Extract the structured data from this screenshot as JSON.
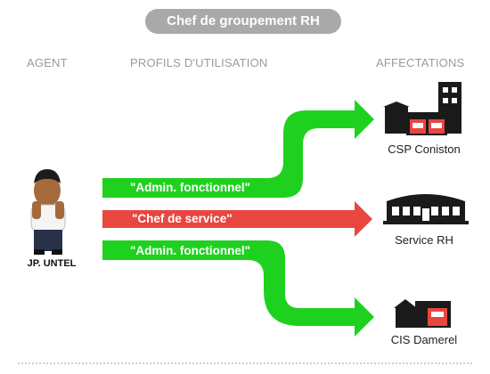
{
  "header": {
    "title": "Chef de groupement RH"
  },
  "columns": {
    "agent": "AGENT",
    "profiles": "PROFILS D'UTILISATION",
    "assignments": "AFFECTATIONS"
  },
  "agent": {
    "name": "JP. UNTEL"
  },
  "profiles": [
    {
      "label": "\"Admin. fonctionnel\"",
      "color": "#1fd11f",
      "target": "CSP Coniston"
    },
    {
      "label": "\"Chef de service\"",
      "color": "#e8463f",
      "target": "Service RH"
    },
    {
      "label": "\"Admin. fonctionnel\"",
      "color": "#1fd11f",
      "target": "CIS Damerel"
    }
  ],
  "assignments": [
    {
      "label": "CSP Coniston",
      "icon": "fire-station-tower-icon"
    },
    {
      "label": "Service RH",
      "icon": "office-building-icon"
    },
    {
      "label": "CIS Damerel",
      "icon": "fire-station-small-icon"
    }
  ]
}
